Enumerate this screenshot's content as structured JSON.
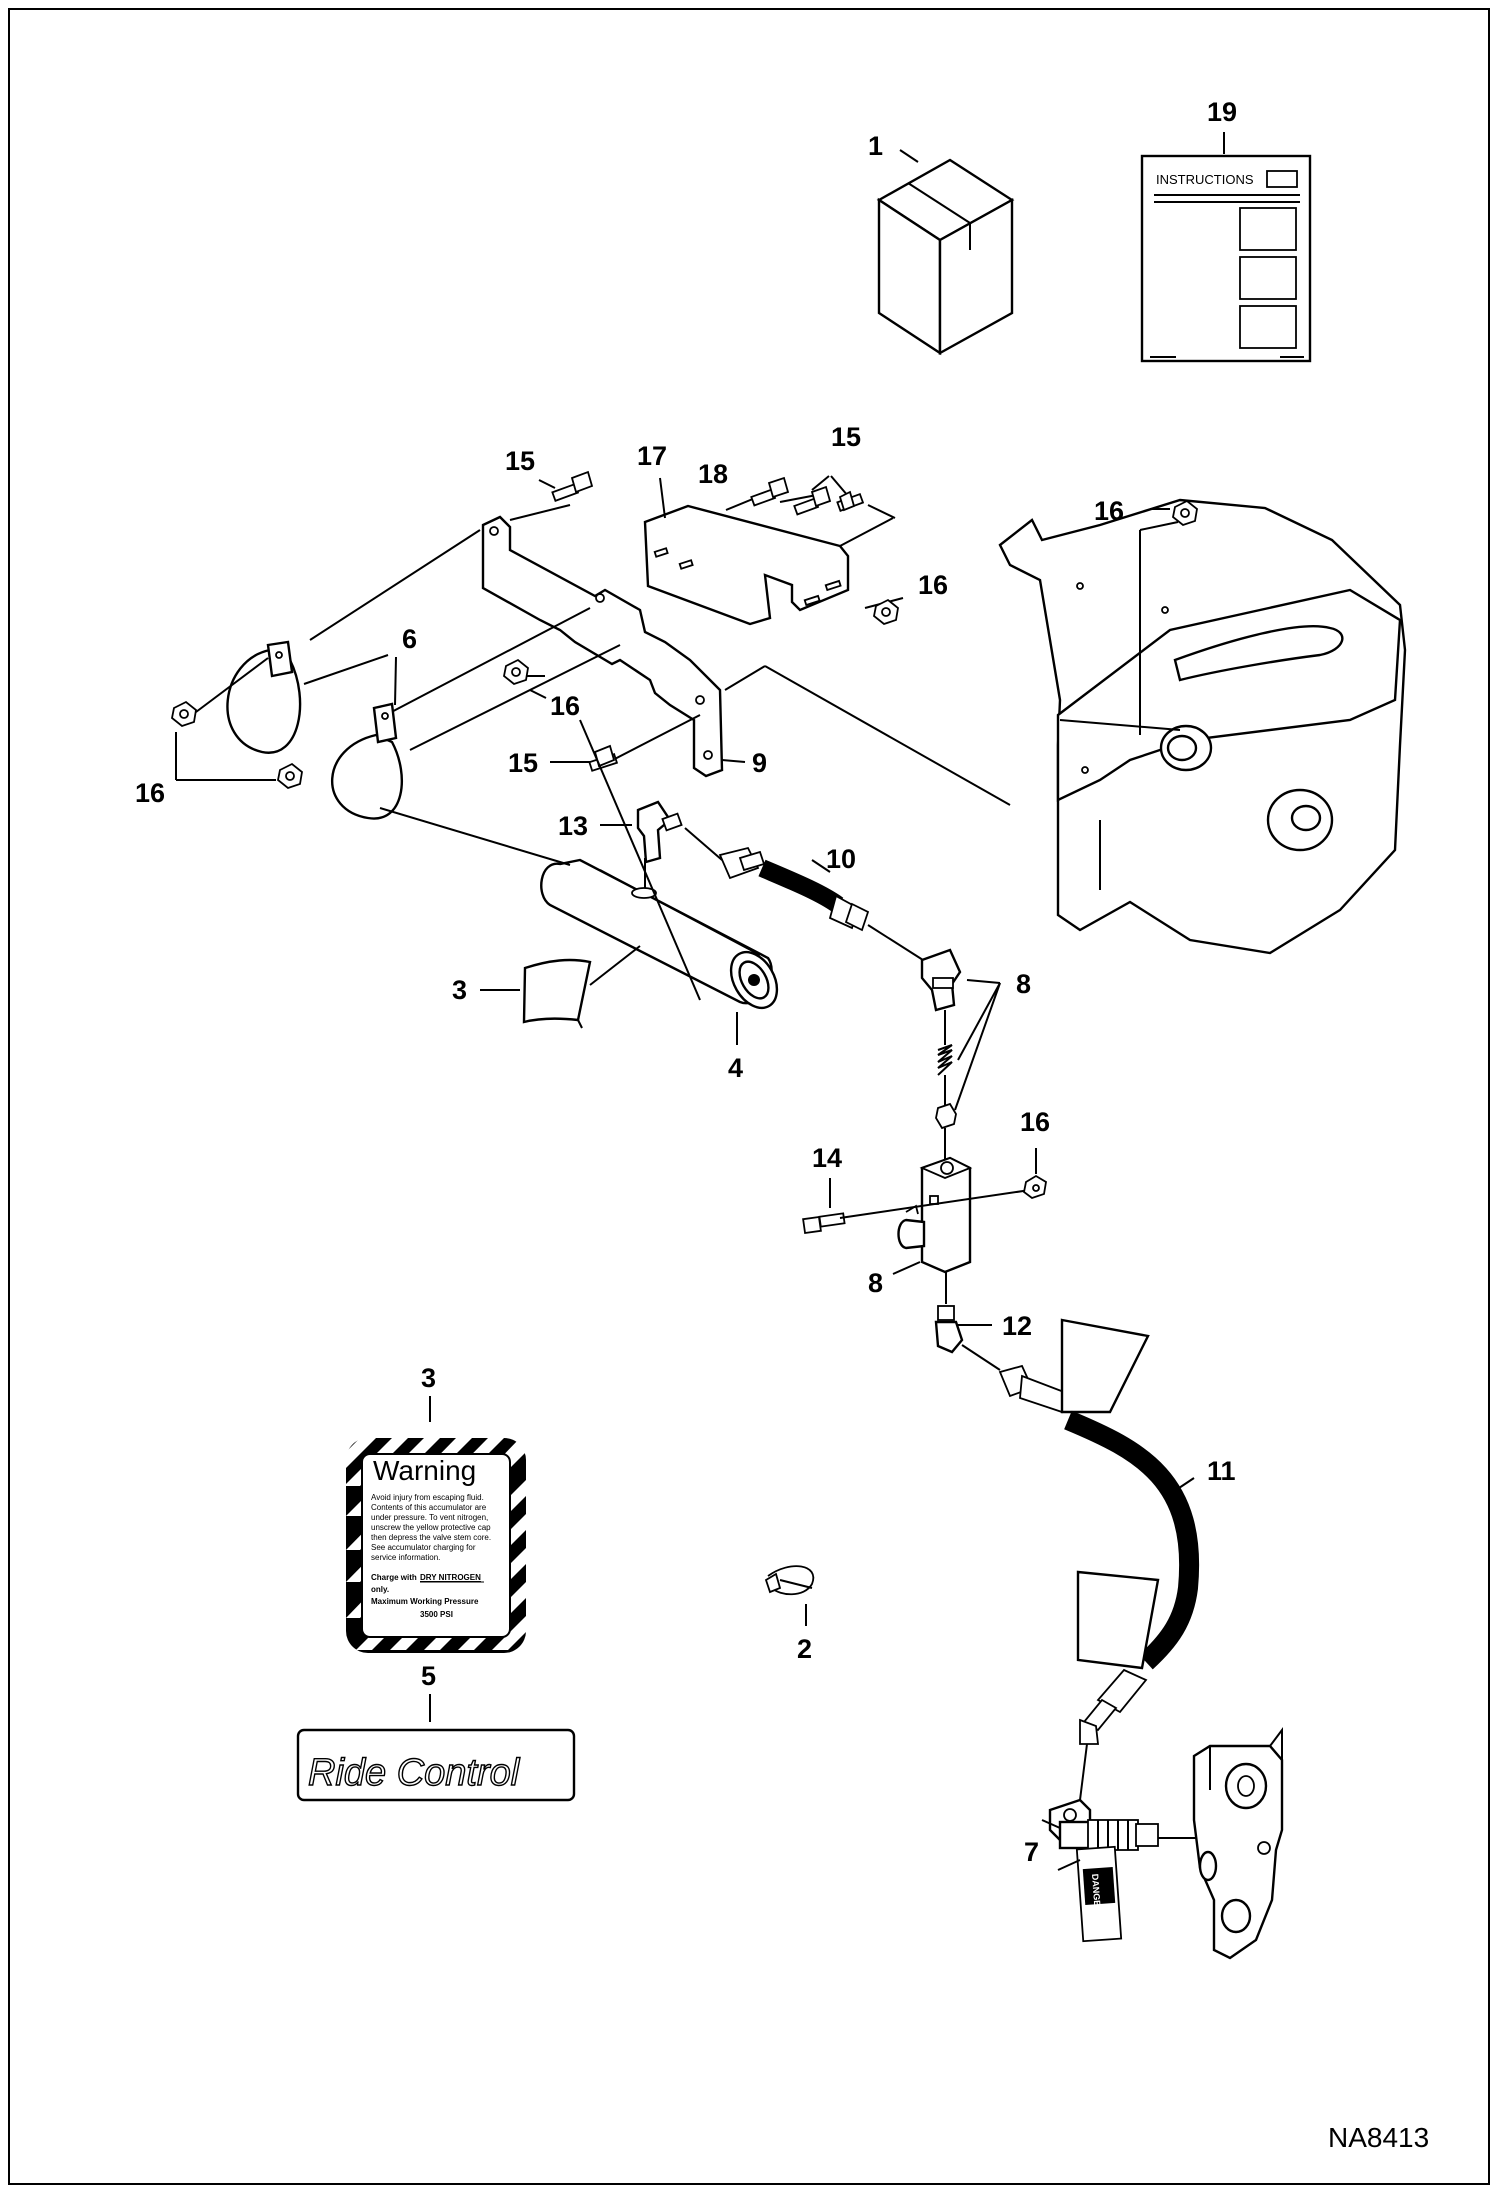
{
  "callouts": {
    "c1": "1",
    "c19": "19",
    "c15a": "15",
    "c17": "17",
    "c18": "18",
    "c15b": "15",
    "c16a": "16",
    "c16b": "16",
    "c6": "6",
    "c16c": "16",
    "c16d": "16",
    "c15c": "15",
    "c9": "9",
    "c13": "13",
    "c10": "10",
    "c3a": "3",
    "c4": "4",
    "c8a": "8",
    "c16e": "16",
    "c14": "14",
    "c8b": "8",
    "c12": "12",
    "c3b": "3",
    "c11": "11",
    "c5": "5",
    "c2": "2",
    "c7": "7"
  },
  "instructions_sheet": {
    "heading": "INSTRUCTIONS"
  },
  "warning_decal": {
    "title": "Warning",
    "line1": "Avoid injury from escaping fluid.",
    "line2": "Contents of this accumulator are",
    "line3": "under pressure.  To vent nitrogen,",
    "line4": "unscrew the yellow protective cap",
    "line5": "then depress the valve stem core.",
    "line6": "See accumulator charging for",
    "line7": "service information.",
    "charge_prefix": "Charge with",
    "charge_gas": "DRY NITROGEN",
    "only": "only.",
    "max_label": "Maximum Working Pressure",
    "max_value": "3500 PSI"
  },
  "ride_control_decal": {
    "text": "Ride  Control"
  },
  "danger_tag": {
    "text": "DANGER"
  },
  "drawing_id": "NA8413"
}
